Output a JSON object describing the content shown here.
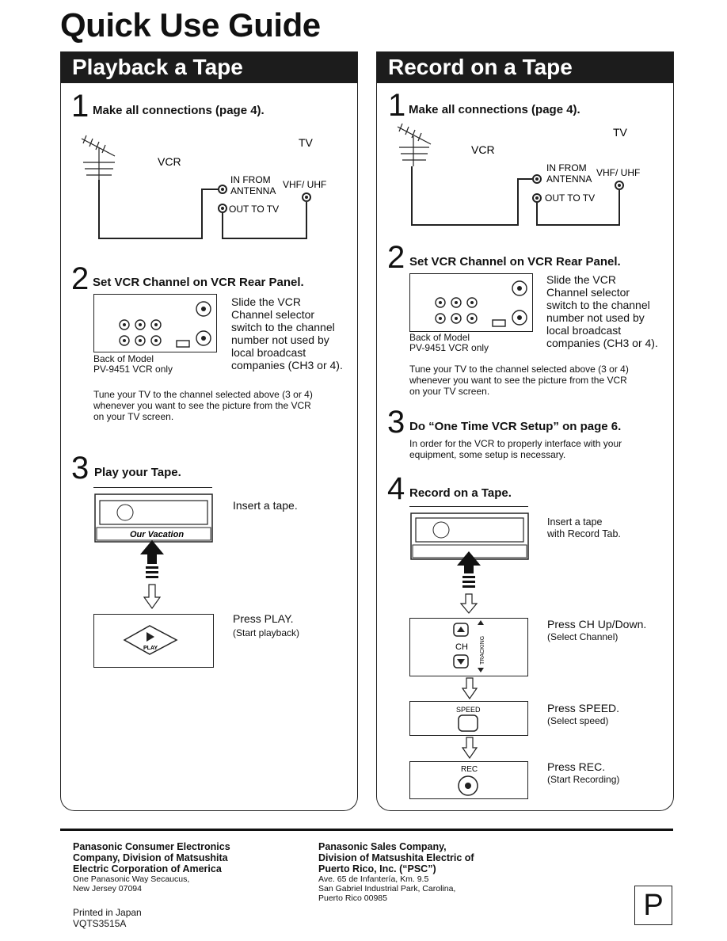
{
  "title": "Quick Use Guide",
  "playback": {
    "header": "Playback a Tape",
    "step1": {
      "num": "1",
      "title": "Make all connections (page 4)."
    },
    "diagram": {
      "tv": "TV",
      "vcr": "VCR",
      "in_from": "IN FROM",
      "antenna": "ANTENNA",
      "vhf_uhf": "VHF/ UHF",
      "out_to_tv": "OUT TO TV"
    },
    "step2": {
      "num": "2",
      "title": "Set VCR Channel on VCR Rear Panel.",
      "desc": [
        "Slide the VCR",
        "Channel selector",
        "switch to the channel",
        "number not used by",
        "local broadcast",
        "companies (CH3 or 4)."
      ],
      "caption": [
        "Back of Model",
        "PV-9451 VCR only"
      ],
      "tune": [
        "Tune your TV to the channel selected above (3 or 4)",
        "whenever you want to see the picture from the VCR",
        "on your TV screen."
      ]
    },
    "step3": {
      "num": "3",
      "title": "Play your Tape.",
      "insert": "Insert a tape.",
      "label_text": "Our Vacation",
      "press": "Press PLAY.",
      "press_sub": "(Start playback)",
      "play_btn": "PLAY"
    }
  },
  "record": {
    "header": "Record on a Tape",
    "step1": {
      "num": "1",
      "title": "Make all connections (page 4)."
    },
    "diagram": {
      "tv": "TV",
      "vcr": "VCR",
      "in_from": "IN FROM",
      "antenna": "ANTENNA",
      "vhf_uhf": "VHF/ UHF",
      "out_to_tv": "OUT TO TV"
    },
    "step2": {
      "num": "2",
      "title": "Set VCR Channel on VCR Rear Panel.",
      "desc": [
        "Slide the VCR",
        "Channel selector",
        "switch to the channel",
        "number not used by",
        "local broadcast",
        "companies (CH3 or 4)."
      ],
      "caption": [
        "Back of Model",
        "PV-9451 VCR only"
      ],
      "tune": [
        "Tune your TV to the channel selected above (3 or 4)",
        "whenever you want to see the picture from the VCR",
        "on your TV screen."
      ]
    },
    "step3": {
      "num": "3",
      "title": "Do “One Time VCR Setup” on page 6.",
      "desc": [
        "In order for the VCR to properly interface with your",
        "equipment, some setup is necessary."
      ]
    },
    "step4": {
      "num": "4",
      "title": "Record on a Tape.",
      "insert": [
        "Insert a tape",
        "with Record Tab."
      ],
      "ch": {
        "label": "Press CH Up/Down.",
        "sub": "(Select Channel)",
        "btn": "CH",
        "tracking": "TRACKING"
      },
      "speed": {
        "label": "Press SPEED.",
        "sub": "(Select speed)",
        "btn": "SPEED"
      },
      "rec": {
        "label": "Press REC.",
        "sub": "(Start Recording)",
        "btn": "REC"
      }
    }
  },
  "footer": {
    "left": {
      "bold": [
        "Panasonic Consumer Electronics",
        "Company, Division of Matsushita",
        "Electric Corporation of America"
      ],
      "addr": [
        "One Panasonic Way Secaucus,",
        "New Jersey 07094"
      ]
    },
    "right": {
      "bold": [
        "Panasonic Sales Company,",
        "Division of Matsushita Electric of",
        "Puerto Rico, Inc. (“PSC”)"
      ],
      "addr": [
        "Ave. 65 de Infantería, Km. 9.5",
        "San Gabriel Industrial Park, Carolina,",
        "Puerto Rico 00985"
      ]
    },
    "printed": "Printed in Japan",
    "code": "VQTS3515A",
    "tab": "P"
  }
}
